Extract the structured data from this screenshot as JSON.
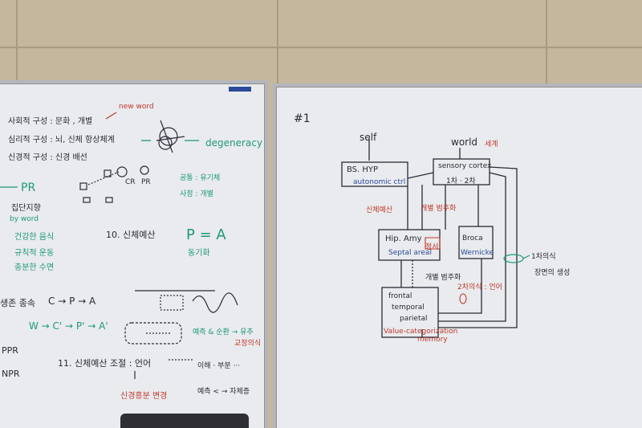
{
  "left_board": {
    "lines": {
      "social": "사회적 구성 : 문화 , 개별",
      "psych": "심리적 구성 : 뇌, 신체 항상체계",
      "neural": "신경적 구성 : 신경 배선",
      "new_word": "new word",
      "degeneracy": "degeneracy",
      "pr": "PR",
      "group": "집단지향",
      "by_word": "by word",
      "health_food": "건강한 음식",
      "regular_exercise": "규칙적 운동",
      "sleep": "충분한 수면",
      "cr": "CR",
      "pr_small": "PR",
      "common": "공통 : 유기체",
      "private": "사정 : 개별",
      "body_budget": "10. 신체예산",
      "equation": "P = A",
      "sync": "동기화",
      "survival": "생존 종속",
      "cpa": "C → P → A",
      "wcpa": "W → C' → P' → A'",
      "predict_cycle": "예측 & 순환 → 유추",
      "correction": "교정의식",
      "ppr": "PPR",
      "npr": "NPR",
      "item11": "11. 신체예산 조절 : 언어",
      "item11_sub": "이해 · 부분 ···",
      "item11_bottom": "신경흥분 변경",
      "item11_right": "예측 < → 자체증"
    }
  },
  "right_board": {
    "number": "#1",
    "self": "self",
    "world": "world",
    "world_sub": "세계",
    "bs_hyp": "BS. HYP",
    "bs_sub": "autonomic ctrl",
    "sensory": "sensory cortex",
    "sensory_sub": "1차 · 2차",
    "hip": "Hip. Amy",
    "septal": "Septal areal",
    "broca": "Broca",
    "wernicke": "Wernicke",
    "frontal": "frontal",
    "temporal": "temporal",
    "parietal": "parietal",
    "value": "Value-categorization",
    "memory": "memory",
    "body_signal": "신체예산",
    "indiv_detail": "개별 범주화",
    "emotion": "정서",
    "indiv_detail2": "개별 범주화",
    "second_lang": "2차의식 : 언어",
    "first_conscious": "1차의식",
    "life_gen": "장면의 생성"
  }
}
